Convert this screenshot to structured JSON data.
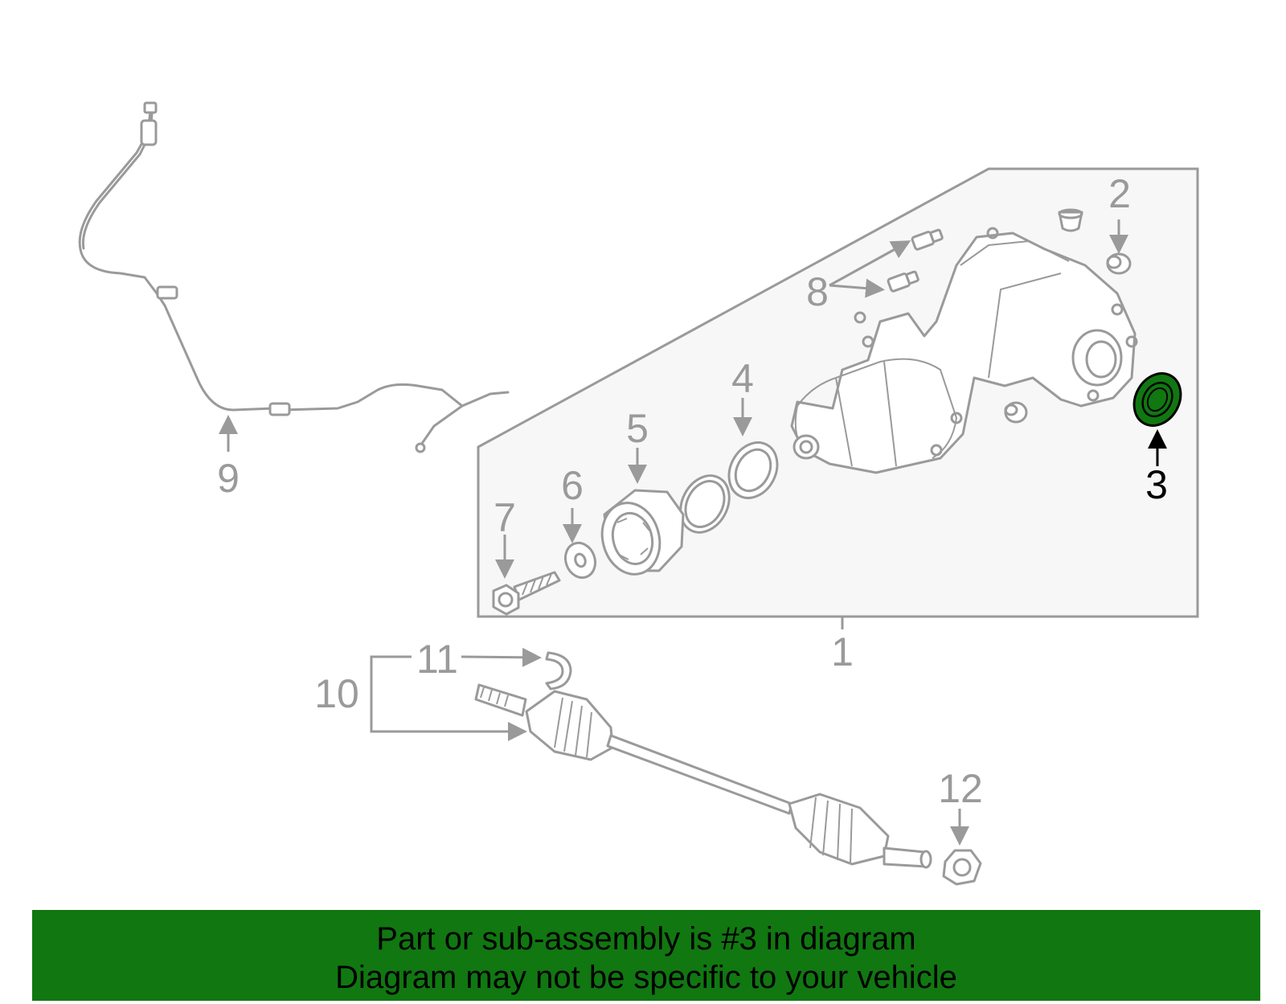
{
  "callouts": {
    "c1": "1",
    "c2": "2",
    "c3": "3",
    "c4": "4",
    "c5": "5",
    "c6": "6",
    "c7": "7",
    "c8": "8",
    "c9": "9",
    "c10": "10",
    "c11": "11",
    "c12": "12"
  },
  "highlight": {
    "part": "3",
    "color": "#117711"
  },
  "banner": {
    "line1": "Part or sub-assembly is #3 in diagram",
    "line2": "Diagram may not be specific to your vehicle",
    "color": "#117711"
  }
}
